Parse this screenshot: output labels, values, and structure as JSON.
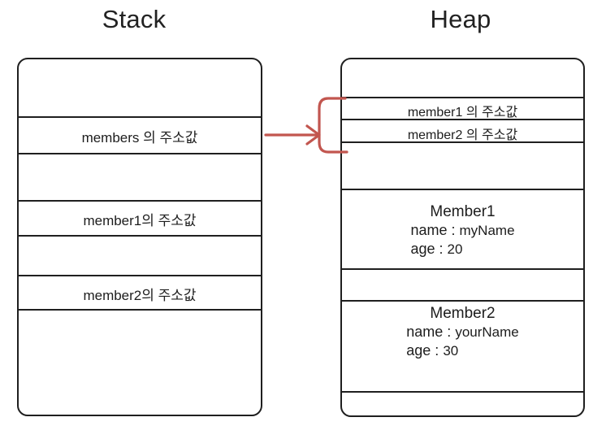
{
  "diagram": {
    "title_stack": "Stack",
    "title_heap": "Heap",
    "accent_red": "#c2564f",
    "line_color": "#1f1f1f"
  },
  "stack": {
    "label": "Stack",
    "slots": [
      {
        "text": "",
        "name": "stack-slot-empty-top"
      },
      {
        "text": "members 의 주소값",
        "name": "stack-slot-members-ref"
      },
      {
        "text": "",
        "name": "stack-slot-empty-2"
      },
      {
        "text": "member1의 주소값",
        "name": "stack-slot-member1-ref"
      },
      {
        "text": "",
        "name": "stack-slot-empty-3"
      },
      {
        "text": "member2의 주소값",
        "name": "stack-slot-member2-ref"
      },
      {
        "text": "",
        "name": "stack-slot-empty-bottom"
      }
    ]
  },
  "heap": {
    "label": "Heap",
    "slots": [
      {
        "text": "",
        "name": "heap-slot-empty-top"
      },
      {
        "text": "member1 의 주소값",
        "name": "heap-slot-member1-ref"
      },
      {
        "text": "member2 의 주소값",
        "name": "heap-slot-member2-ref"
      },
      {
        "text": "",
        "name": "heap-slot-empty-2"
      },
      {
        "text": "",
        "name": "heap-slot-empty-3"
      },
      {
        "text": "",
        "name": "heap-slot-empty-4"
      }
    ],
    "objects": [
      {
        "title": "Member1",
        "fields": [
          {
            "key": "name :",
            "value": "myName"
          },
          {
            "key": "age :",
            "value": "20"
          }
        ]
      },
      {
        "title": "Member2",
        "fields": [
          {
            "key": "name :",
            "value": "yourName"
          },
          {
            "key": "age :",
            "value": "30"
          }
        ]
      }
    ]
  },
  "pointer": {
    "name": "members-to-heap-arrow",
    "description": "arrow from stack members reference to heap array bracket"
  }
}
